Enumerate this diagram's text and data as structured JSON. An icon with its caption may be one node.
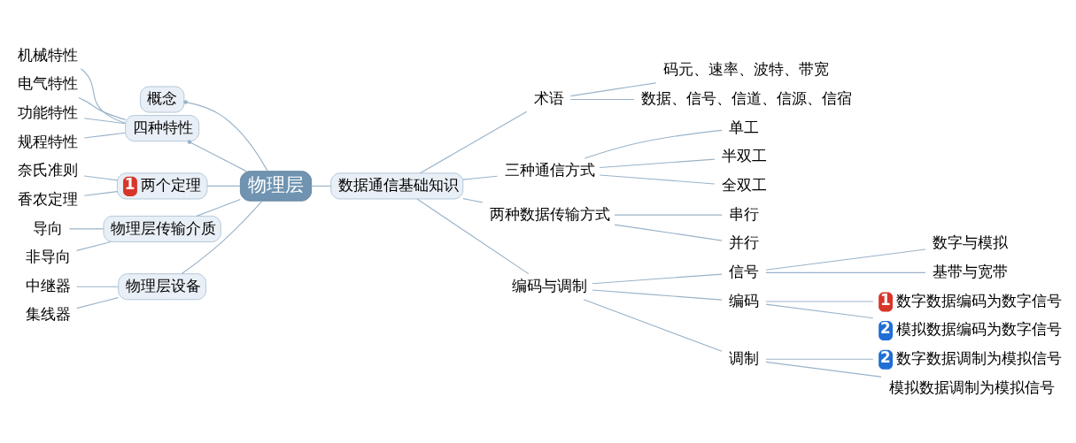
{
  "diagram": {
    "nodes": [
      {
        "text": [
          "物理层"
        ]
      },
      {
        "text": [
          "概念"
        ]
      },
      {
        "text": [
          "四种特性"
        ]
      },
      {
        "text": [
          "机械特性"
        ]
      },
      {
        "text": [
          "电气特性"
        ]
      },
      {
        "text": [
          "功能特性"
        ]
      },
      {
        "text": [
          "规程特性"
        ]
      },
      {
        "text": [
          "1",
          "两个定理"
        ]
      },
      {
        "text": [
          "奈氏准则"
        ]
      },
      {
        "text": [
          "香农定理"
        ]
      },
      {
        "text": [
          "物理层传输介质"
        ]
      },
      {
        "text": [
          "导向"
        ]
      },
      {
        "text": [
          "非导向"
        ]
      },
      {
        "text": [
          "物理层设备"
        ]
      },
      {
        "text": [
          "中继器"
        ]
      },
      {
        "text": [
          "集线器"
        ]
      },
      {
        "text": [
          "数据通信基础知识"
        ]
      },
      {
        "text": [
          "术语"
        ]
      },
      {
        "text": [
          "码元、速率、波特、带宽"
        ]
      },
      {
        "text": [
          "数据、信号、信道、信源、信宿"
        ]
      },
      {
        "text": [
          "三种通信方式"
        ]
      },
      {
        "text": [
          "单工"
        ]
      },
      {
        "text": [
          "半双工"
        ]
      },
      {
        "text": [
          "全双工"
        ]
      },
      {
        "text": [
          "两种数据传输方式"
        ]
      },
      {
        "text": [
          "串行"
        ]
      },
      {
        "text": [
          "并行"
        ]
      },
      {
        "text": [
          "编码与调制"
        ]
      },
      {
        "text": [
          "信号"
        ]
      },
      {
        "text": [
          "数字与模拟"
        ]
      },
      {
        "text": [
          "基带与宽带"
        ]
      },
      {
        "text": [
          "编码"
        ]
      },
      {
        "text": [
          "1",
          "数字数据编码为数字信号"
        ]
      },
      {
        "text": [
          "2",
          "模拟数据编码为数字信号"
        ]
      },
      {
        "text": [
          "调制"
        ]
      },
      {
        "text": [
          "2",
          "数字数据调制为模拟信号"
        ]
      },
      {
        "text": [
          "模拟数据调制为模拟信号"
        ]
      }
    ],
    "edges": [
      {
        "from": 0,
        "to": 1,
        "arrow": "other"
      },
      {
        "from": 0,
        "to": 2,
        "arrow": "other"
      },
      {
        "from": 2,
        "to": 3,
        "arrow": "none"
      },
      {
        "from": 2,
        "to": 4,
        "arrow": "none"
      },
      {
        "from": 2,
        "to": 5,
        "arrow": "none"
      },
      {
        "from": 2,
        "to": 6,
        "arrow": "none"
      },
      {
        "from": 0,
        "to": 7,
        "arrow": "none"
      },
      {
        "from": 7,
        "to": 8,
        "arrow": "none"
      },
      {
        "from": 7,
        "to": 9,
        "arrow": "none"
      },
      {
        "from": 0,
        "to": 10,
        "arrow": "none"
      },
      {
        "from": 10,
        "to": 11,
        "arrow": "none"
      },
      {
        "from": 10,
        "to": 12,
        "arrow": "none"
      },
      {
        "from": 0,
        "to": 13,
        "arrow": "none"
      },
      {
        "from": 13,
        "to": 14,
        "arrow": "none"
      },
      {
        "from": 13,
        "to": 15,
        "arrow": "none"
      },
      {
        "from": 0,
        "to": 16,
        "arrow": "none"
      },
      {
        "from": 16,
        "to": 17,
        "arrow": "none"
      },
      {
        "from": 17,
        "to": 18,
        "arrow": "none"
      },
      {
        "from": 17,
        "to": 19,
        "arrow": "none"
      },
      {
        "from": 16,
        "to": 20,
        "arrow": "none"
      },
      {
        "from": 20,
        "to": 21,
        "arrow": "none"
      },
      {
        "from": 20,
        "to": 22,
        "arrow": "none"
      },
      {
        "from": 20,
        "to": 23,
        "arrow": "none"
      },
      {
        "from": 16,
        "to": 24,
        "arrow": "none"
      },
      {
        "from": 24,
        "to": 25,
        "arrow": "none"
      },
      {
        "from": 24,
        "to": 26,
        "arrow": "none"
      },
      {
        "from": 16,
        "to": 27,
        "arrow": "none"
      },
      {
        "from": 27,
        "to": 28,
        "arrow": "none"
      },
      {
        "from": 28,
        "to": 29,
        "arrow": "none"
      },
      {
        "from": 28,
        "to": 30,
        "arrow": "none"
      },
      {
        "from": 27,
        "to": 31,
        "arrow": "none"
      },
      {
        "from": 31,
        "to": 32,
        "arrow": "none"
      },
      {
        "from": 31,
        "to": 33,
        "arrow": "none"
      },
      {
        "from": 27,
        "to": 34,
        "arrow": "none"
      },
      {
        "from": 34,
        "to": 35,
        "arrow": "none"
      },
      {
        "from": 34,
        "to": 36,
        "arrow": "none"
      }
    ]
  }
}
